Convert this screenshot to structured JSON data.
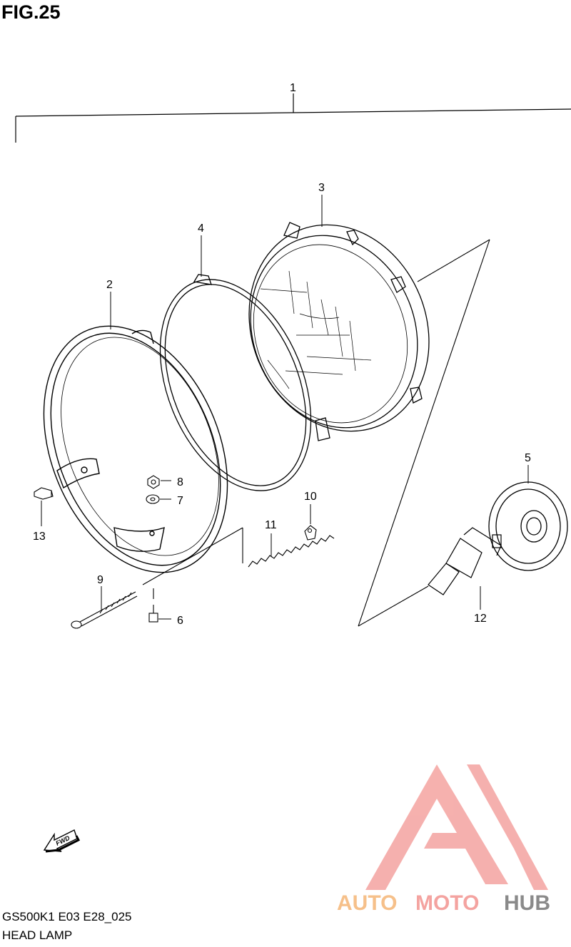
{
  "figure": {
    "title": "FIG.25"
  },
  "callouts": [
    {
      "id": "1",
      "label": "1"
    },
    {
      "id": "2",
      "label": "2"
    },
    {
      "id": "3",
      "label": "3"
    },
    {
      "id": "4",
      "label": "4"
    },
    {
      "id": "5",
      "label": "5"
    },
    {
      "id": "6",
      "label": "6"
    },
    {
      "id": "7",
      "label": "7"
    },
    {
      "id": "8",
      "label": "8"
    },
    {
      "id": "9",
      "label": "9"
    },
    {
      "id": "10",
      "label": "10"
    },
    {
      "id": "11",
      "label": "11"
    },
    {
      "id": "12",
      "label": "12"
    },
    {
      "id": "13",
      "label": "13"
    }
  ],
  "fwd_arrow": {
    "label": "FWD",
    "icon": "fwd-arrow-icon"
  },
  "footer": {
    "model_code": "GS500K1 E03 E28_025",
    "part_name": "HEAD LAMP"
  },
  "watermark": {
    "part1": "AUTO",
    "part2": "MOTO",
    "part3": "HUB",
    "colors": {
      "auto": "#f6c08a",
      "moto": "#f4a3a0",
      "hub": "#8a8a8a",
      "logo": "#f4a3a0"
    }
  }
}
